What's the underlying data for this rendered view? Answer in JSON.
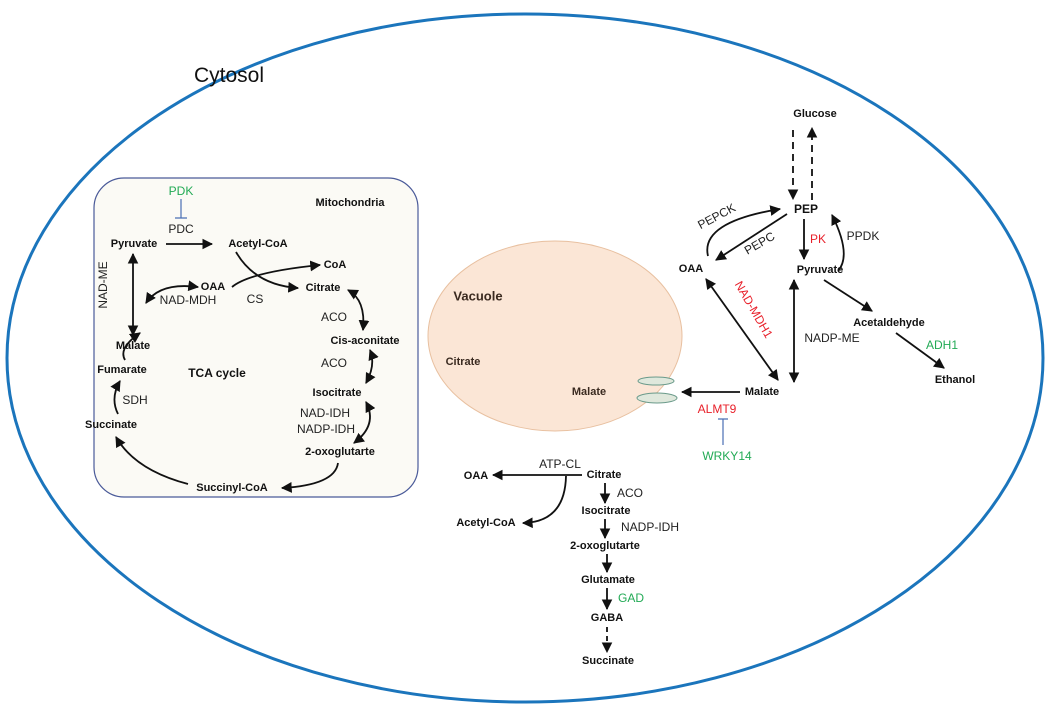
{
  "colors": {
    "cytosol_border": "#1b75bc",
    "mito_border": "#4a5a99",
    "mito_fill": "#fbfaf5",
    "vacuole_fill": "#fbe6d6",
    "up_regulated": "#e8202a",
    "down_regulated": "#22aa55",
    "inhibition": "#4a6fb5"
  },
  "cytosol": {
    "label": "Cytosol"
  },
  "mitochondria": {
    "label": "Mitochondria",
    "cycle_label": "TCA cycle",
    "metabolites": {
      "pyruvate": "Pyruvate",
      "acetyl_coa": "Acetyl-CoA",
      "oaa": "OAA",
      "malate": "Malate",
      "coa": "CoA",
      "citrate": "Citrate",
      "cis_aconitate": "Cis-aconitate",
      "isocitrate": "Isocitrate",
      "oxoglutarate": "2-oxoglutarte",
      "succinyl_coa": "Succinyl-CoA",
      "succinate": "Succinate",
      "fumarate": "Fumarate"
    },
    "enzymes": {
      "pdk": "PDK",
      "pdc": "PDC",
      "nad_me": "NAD-ME",
      "nad_mdh": "NAD-MDH",
      "cs": "CS",
      "aco1": "ACO",
      "aco2": "ACO",
      "nad_idh": "NAD-IDH",
      "nadp_idh": "NADP-IDH",
      "sdh": "SDH"
    }
  },
  "vacuole": {
    "label": "Vacuole",
    "citrate": "Citrate",
    "malate": "Malate"
  },
  "transport": {
    "almt9": "ALMT9",
    "wrky14": "WRKY14"
  },
  "glycolysis": {
    "metabolites": {
      "glucose": "Glucose",
      "pep": "PEP",
      "oaa": "OAA",
      "pyruvate": "Pyruvate",
      "acetaldehyde": "Acetaldehyde",
      "ethanol": "Ethanol",
      "malate": "Malate"
    },
    "enzymes": {
      "pepck": "PEPCK",
      "pepc": "PEPC",
      "pk": "PK",
      "ppdk": "PPDK",
      "adh1": "ADH1",
      "nadp_me": "NADP-ME",
      "nad_mdh1": "NAD-MDH1"
    }
  },
  "cytosolic_citrate": {
    "metabolites": {
      "citrate": "Citrate",
      "oaa": "OAA",
      "acetyl_coa": "Acetyl-CoA",
      "isocitrate": "Isocitrate",
      "oxoglutarate": "2-oxoglutarte",
      "glutamate": "Glutamate",
      "gaba": "GABA",
      "succinate": "Succinate"
    },
    "enzymes": {
      "atp_cl": "ATP-CL",
      "aco": "ACO",
      "nadp_idh": "NADP-IDH",
      "gad": "GAD"
    }
  }
}
